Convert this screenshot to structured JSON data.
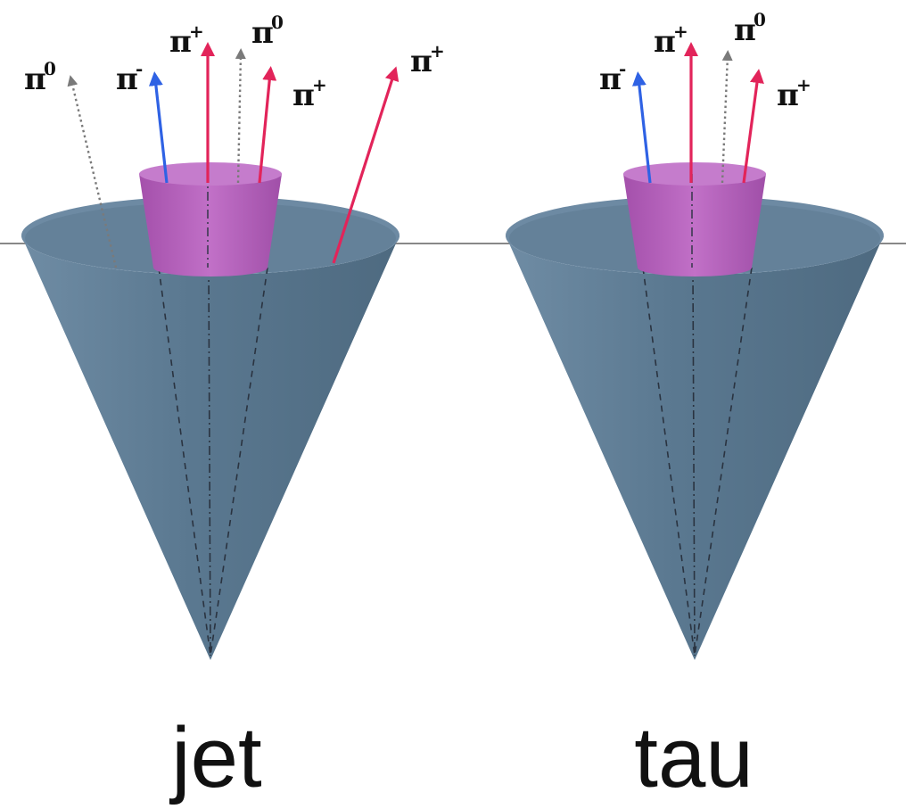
{
  "colors": {
    "cone": "#5a7890",
    "cone_rim": "#6d8aa3",
    "core": "#b35fb9",
    "core_top": "#c57ccc",
    "pi_plus": "#e2245a",
    "pi_minus": "#2f62e4",
    "pi_zero": "#7a7a7a",
    "horizon": "#888888"
  },
  "particle_symbol": "π",
  "charges": {
    "plus": "+",
    "minus": "-",
    "zero": "0"
  },
  "diagrams": [
    {
      "id": "jet",
      "caption": "jet",
      "particles": [
        {
          "charge": "zero",
          "label": "π",
          "sup": "0"
        },
        {
          "charge": "minus",
          "label": "π",
          "sup": "-"
        },
        {
          "charge": "plus",
          "label": "π",
          "sup": "+"
        },
        {
          "charge": "zero",
          "label": "π",
          "sup": "0"
        },
        {
          "charge": "plus",
          "label": "π",
          "sup": "+"
        },
        {
          "charge": "plus",
          "label": "π",
          "sup": "+"
        }
      ]
    },
    {
      "id": "tau",
      "caption": "tau",
      "particles": [
        {
          "charge": "minus",
          "label": "π",
          "sup": "-"
        },
        {
          "charge": "plus",
          "label": "π",
          "sup": "+"
        },
        {
          "charge": "zero",
          "label": "π",
          "sup": "0"
        },
        {
          "charge": "plus",
          "label": "π",
          "sup": "+"
        }
      ]
    }
  ]
}
